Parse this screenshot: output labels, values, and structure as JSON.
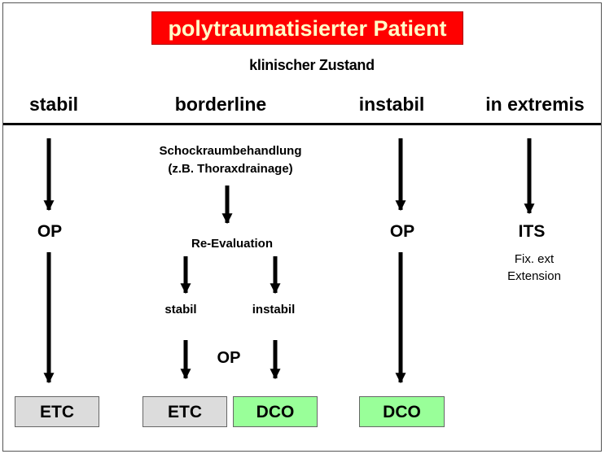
{
  "title": "polytraumatisierter Patient",
  "subtitle": "klinischer Zustand",
  "columns": {
    "stabil": {
      "label": "stabil",
      "step": "OP",
      "result": "ETC"
    },
    "borderline": {
      "label": "borderline",
      "step1_line1": "Schockraumbehandlung",
      "step1_line2": "(z.B. Thoraxdrainage)",
      "step2": "Re-Evaluation",
      "branch_left": "stabil",
      "branch_right": "instabil",
      "step3": "OP",
      "result_left": "ETC",
      "result_right": "DCO"
    },
    "instabil": {
      "label": "instabil",
      "step": "OP",
      "result": "DCO"
    },
    "in_extremis": {
      "label": "in extremis",
      "step": "ITS",
      "note_line1": "Fix. ext",
      "note_line2": "Extension"
    }
  },
  "colors": {
    "title_bg": "#ff0000",
    "title_text": "#ffffc8",
    "etc_bg": "#dcdcdc",
    "dco_bg": "#99ff99"
  }
}
